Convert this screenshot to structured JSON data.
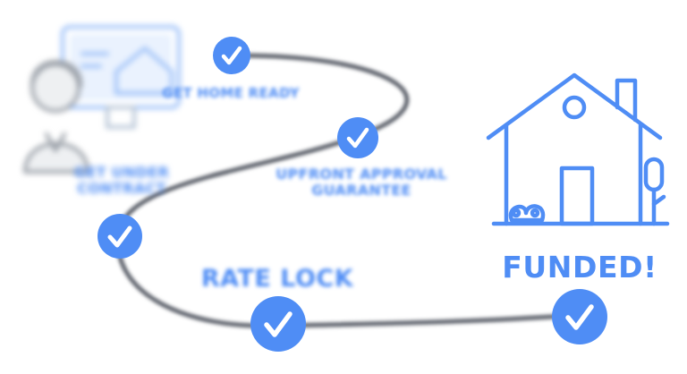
{
  "steps": [
    {
      "label": "GET HOME READY",
      "state": "checked"
    },
    {
      "label": "UPFRONT APPROVAL GUARANTEE",
      "line1": "UPFRONT APPROVAL",
      "line2": "GUARANTEE",
      "state": "checked"
    },
    {
      "label": "GET UNDER CONTRACT",
      "line1": "GET UNDER",
      "line2": "CONTRACT",
      "state": "checked"
    },
    {
      "label": "RATE LOCK",
      "state": "checked"
    },
    {
      "label": "FUNDED!",
      "state": "checked"
    }
  ],
  "colors": {
    "accent": "#4f8df5",
    "path": "#4a4f5a",
    "icon_gray": "#9aa0a8",
    "check": "#ffffff"
  },
  "icons": {
    "person": "person-at-computer-icon",
    "house": "house-icon",
    "check": "checkmark-icon"
  }
}
